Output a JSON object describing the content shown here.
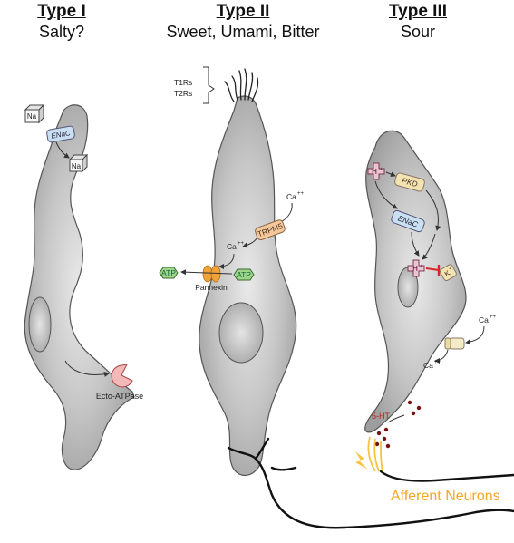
{
  "columns": [
    {
      "title": "Type I",
      "subtitle": "Salty?"
    },
    {
      "title": "Type II",
      "subtitle": "Sweet, Umami, Bitter"
    },
    {
      "title": "Type III",
      "subtitle": "Sour"
    }
  ],
  "type1": {
    "na_top": "Na",
    "enac": "ENaC",
    "na_bottom": "Na",
    "ecto": "Ecto-ATPase"
  },
  "type2": {
    "t1rs": "T1Rs",
    "t2rs": "T2Rs",
    "ca_ext": "Ca",
    "ca_ext_sup": "++",
    "trpm5": "TRPM5",
    "ca_int": "Ca",
    "ca_int_sup": "++",
    "atp_left": "ATP",
    "atp_right": "ATP",
    "pannexin": "Pannexin"
  },
  "type3": {
    "h_top": "H",
    "h_top_sup": "+",
    "pkd": "PKD",
    "enac": "ENaC",
    "h_mid": "H",
    "h_mid_sup": "+",
    "k": "K",
    "k_sup": "+",
    "ca_ext": "Ca",
    "ca_ext_sup": "++",
    "ca_int": "Ca",
    "ca_int_sup": "++",
    "ht": "5-HT"
  },
  "neurons": {
    "label": "Afferent Neurons"
  },
  "colors": {
    "cell_fill": "#a9a9a9",
    "enac": "#c9dff2",
    "trpm5": "#f5c79a",
    "atp": "#9ed58c",
    "pannexin": "#f2a23a",
    "pkd": "#f3e3b0",
    "h_ion": "#ecc5d3",
    "ecto": "#f3b9b9",
    "neuron_label": "#f5a623",
    "k_block": "#e02424",
    "vesicle": "#7a1010"
  }
}
